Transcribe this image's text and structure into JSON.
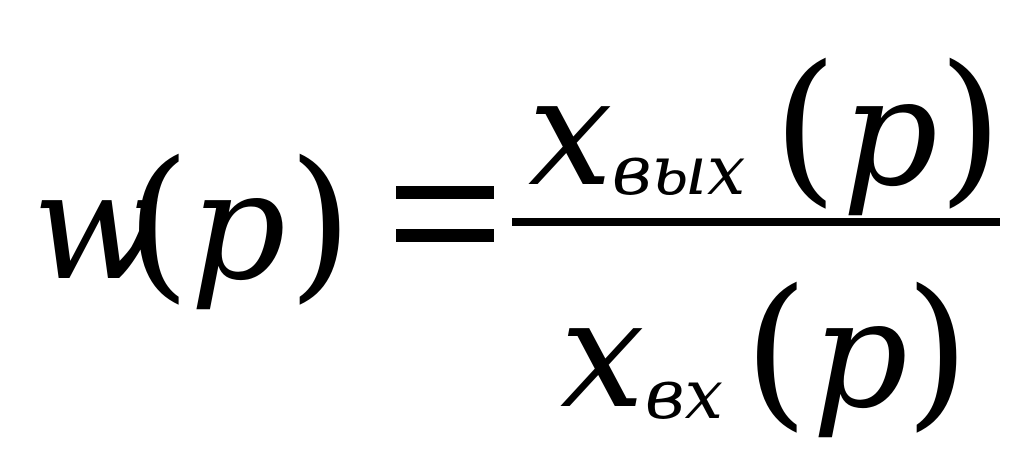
{
  "formula": {
    "lhs": {
      "function": "w",
      "variable": "p",
      "open_paren": "(",
      "close_paren": ")"
    },
    "equals": "=",
    "numerator": {
      "variable": "x",
      "subscript": "вых",
      "argument": "p",
      "open_paren": "(",
      "close_paren": ")"
    },
    "denominator": {
      "variable": "x",
      "subscript": "вх",
      "argument": "p",
      "open_paren": "(",
      "close_paren": ")"
    }
  },
  "colors": {
    "text": "#000000",
    "background": "#ffffff"
  }
}
